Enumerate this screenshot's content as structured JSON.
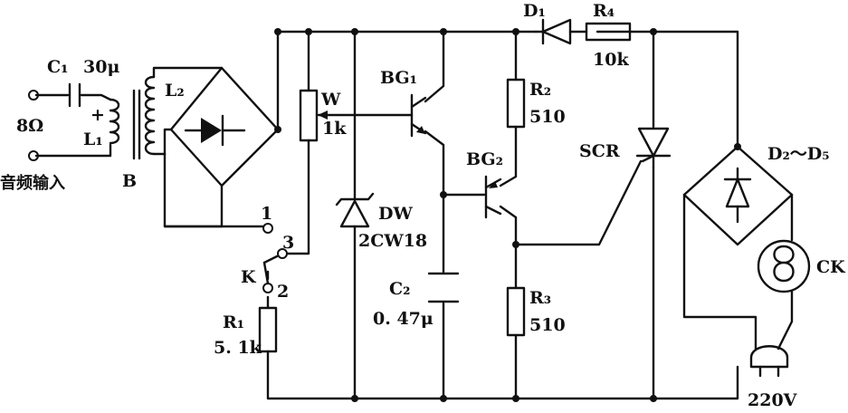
{
  "labels": {
    "c1": "C₁",
    "c1_value": "30μ",
    "input_impedance": "8Ω",
    "l1": "L₁",
    "l2": "L₂",
    "plus": "+",
    "transformer": "B",
    "audio_input": "音频输入",
    "w": "W",
    "w_value": "1k",
    "bg1": "BG₁",
    "bg2": "BG₂",
    "d1": "D₁",
    "r4": "R₄",
    "r4_value": "10k",
    "r2": "R₂",
    "r2_value": "510",
    "scr": "SCR",
    "d2_d5": "D₂～D₅",
    "dw": "DW",
    "dw_value": "2CW18",
    "c2": "C₂",
    "c2_value": "0. 47μ",
    "r3": "R₃",
    "r3_value": "510",
    "ck": "CK",
    "mains": "220V",
    "k": "K",
    "sw1": "1",
    "sw2": "2",
    "sw3": "3",
    "r1": "R₁",
    "r1_value": "5. 1k"
  }
}
